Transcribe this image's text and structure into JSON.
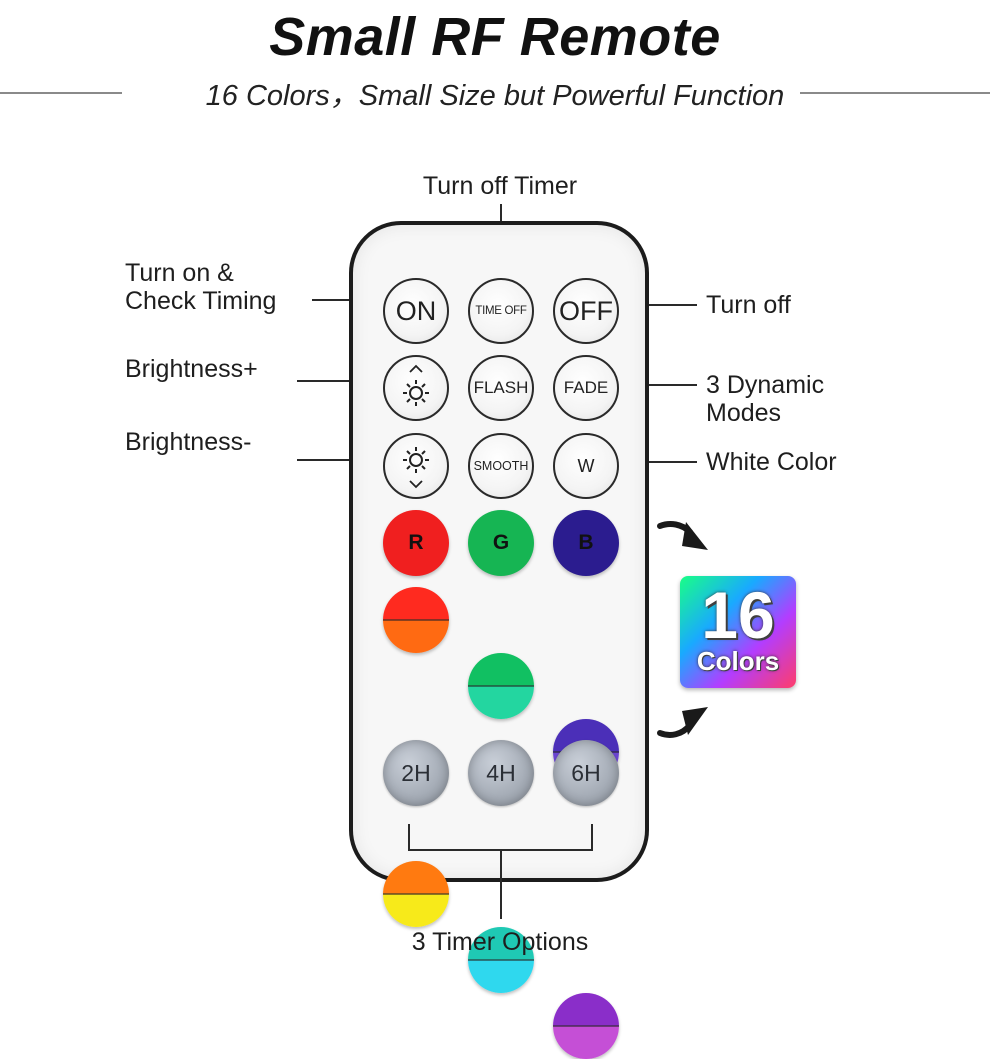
{
  "header": {
    "title": "Small RF Remote",
    "subtitle": "16 Colors，Small Size but Powerful Function"
  },
  "callouts": {
    "turn_off_timer": "Turn off Timer",
    "turn_on_line1": "Turn on &",
    "turn_on_line2": "Check Timing",
    "brightness_plus": "Brightness+",
    "brightness_minus": "Brightness-",
    "turn_off": "Turn off",
    "dynamic_line1": "3 Dynamic",
    "dynamic_line2": "Modes",
    "white_color": "White Color",
    "timer_options": "3 Timer Options"
  },
  "buttons": {
    "on": "ON",
    "time_off": "TIME OFF",
    "off": "OFF",
    "flash": "FLASH",
    "fade": "FADE",
    "smooth": "SMOOTH",
    "w": "W",
    "r": "R",
    "g": "G",
    "b": "B",
    "timer_2h": "2H",
    "timer_4h": "4H",
    "timer_6h": "6H"
  },
  "badge": {
    "number": "16",
    "word": "Colors"
  },
  "colors": {
    "red": "#f01f1f",
    "green": "#16b553",
    "blue": "#2b1c8f",
    "orange_red_top": "#ff2a1f",
    "orange_red_bottom": "#ff6a12",
    "green_top": "#11c062",
    "green_bottom": "#23d6a0",
    "indigo_top": "#4b2fb8",
    "indigo_bottom": "#6a44cf",
    "orange_top": "#ff7a10",
    "yellow_bottom": "#f7ea1a",
    "teal_top": "#1fc9b4",
    "cyan_bottom": "#2fd8ee",
    "purple_top": "#8a2ec9",
    "magenta_bottom": "#c54fd6"
  }
}
